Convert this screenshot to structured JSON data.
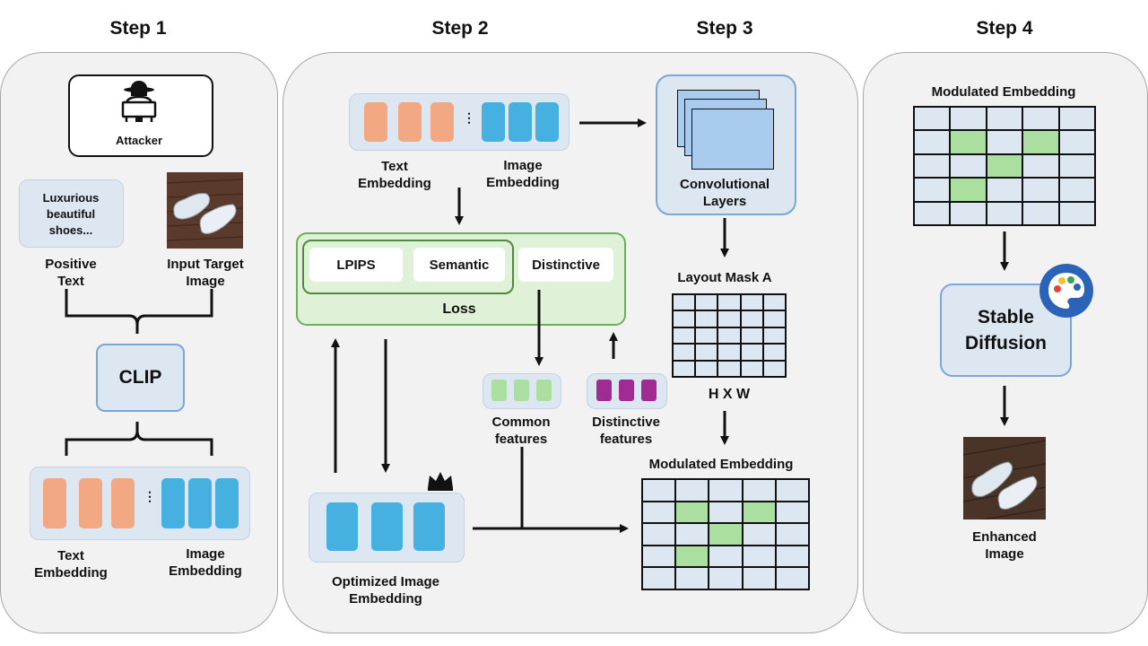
{
  "steps": [
    "Step 1",
    "Step 2",
    "Step 3",
    "Step 4"
  ],
  "step1": {
    "attacker_label": "Attacker",
    "prompt_text": "Luxurious\nbeautiful\nshoes...",
    "positive_text_label": "Positive\nText",
    "input_image_label": "Input Target\nImage",
    "clip_label": "CLIP",
    "text_embedding_label": "Text\nEmbedding",
    "image_embedding_label": "Image\nEmbedding"
  },
  "step2": {
    "text_embedding_label": "Text\nEmbedding",
    "image_embedding_label": "Image\nEmbedding",
    "loss_items": [
      "LPIPS",
      "Semantic",
      "Distinctive"
    ],
    "loss_label": "Loss",
    "common_features_label": "Common\nfeatures",
    "distinctive_features_label": "Distinctive\nfeatures",
    "optimized_label": "Optimized Image\nEmbedding"
  },
  "step3": {
    "conv_label": "Convolutional\nLayers",
    "layout_mask_label": "Layout Mask A",
    "hxw_label": "H X W",
    "modulated_label": "Modulated Embedding"
  },
  "step4": {
    "modulated_label": "Modulated Embedding",
    "stable_diffusion_label": "Stable\nDiffusion",
    "enhanced_label": "Enhanced\nImage"
  },
  "colors": {
    "text_embedding": "#f2a883",
    "image_embedding": "#46b1e1",
    "common_features": "#abdfa0",
    "distinctive_features": "#a02b93",
    "loss_box": "#dff2d8",
    "clip_box": "#dde7f2"
  },
  "icons": [
    "hacker-icon",
    "crown-icon",
    "palette-icon",
    "shoes-photo"
  ],
  "grids": {
    "layout_mask_active": [],
    "step3_modulated_active": [
      [
        1,
        1
      ],
      [
        1,
        3
      ],
      [
        2,
        2
      ],
      [
        3,
        1
      ]
    ],
    "step4_modulated_active": [
      [
        1,
        1
      ],
      [
        1,
        3
      ],
      [
        2,
        2
      ],
      [
        3,
        1
      ]
    ]
  }
}
